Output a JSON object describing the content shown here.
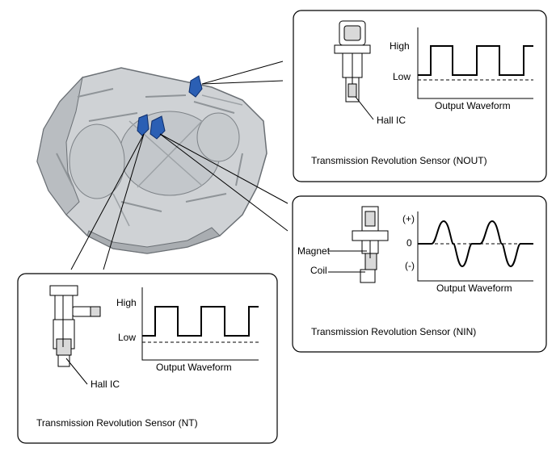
{
  "nout": {
    "caption": "Transmission Revolution Sensor (NOUT)",
    "high_label": "High",
    "low_label": "Low",
    "hall_label": "Hall IC",
    "axis_caption": "Output Waveform"
  },
  "nin": {
    "caption": "Transmission Revolution Sensor (NIN)",
    "plus_label": "(+)",
    "zero_label": "0",
    "minus_label": "(-)",
    "magnet_label": "Magnet",
    "coil_label": "Coil",
    "axis_caption": "Output Waveform"
  },
  "nt": {
    "caption": "Transmission Revolution Sensor (NT)",
    "high_label": "High",
    "low_label": "Low",
    "hall_label": "Hall IC",
    "axis_caption": "Output Waveform"
  },
  "colors": {
    "sensor_accent": "#2b5fb4",
    "housing": "#cfd2d5",
    "housing_dark": "#8f9498"
  }
}
